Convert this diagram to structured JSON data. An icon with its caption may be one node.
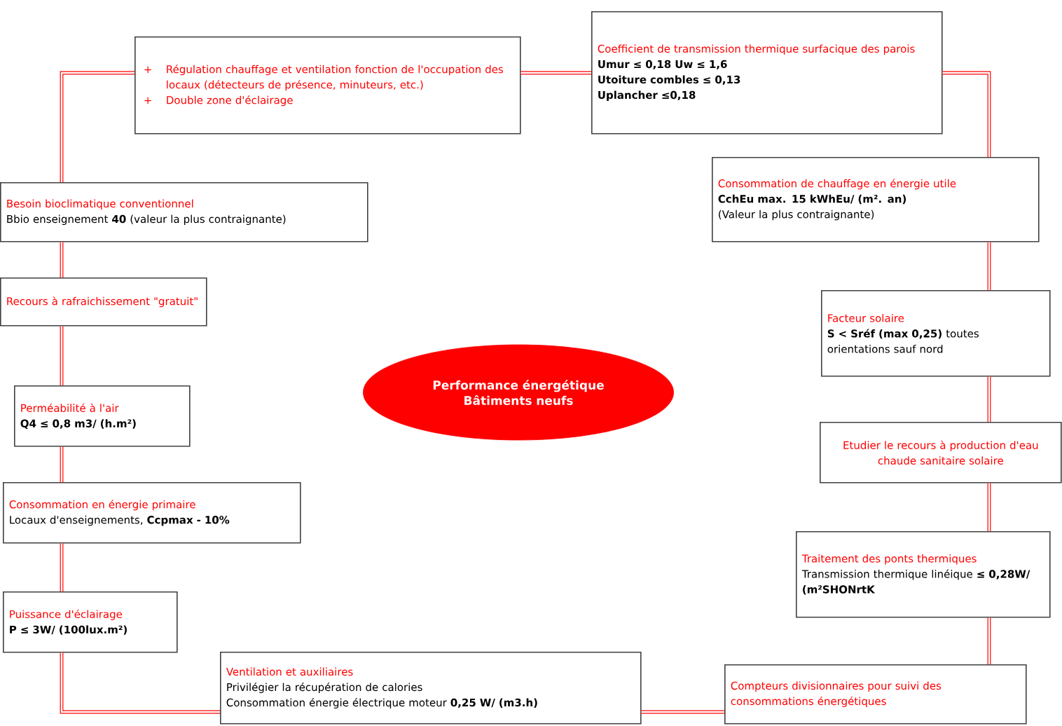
{
  "diagram": {
    "nodes": [
      {
        "text": [
          "Régulation chauffage et ventilation fonction de l'occupation des locaux (détecteurs de présence, minuteurs, etc.)",
          "Double zone d'éclairage"
        ]
      },
      {
        "text": [
          "Coefficient de transmission thermique surfacique des parois",
          "Umur ≤ 0,18   Uw ≤ 1,6",
          "Utoiture combles ≤ 0,13",
          "Uplancher ≤0,18"
        ]
      },
      {
        "text": [
          "Besoin bioclimatique conventionnel",
          "Bbio enseignement **40** (valeur la plus contraignante)"
        ]
      },
      {
        "text": [
          "Consommation de chauffage en énergie utile",
          "CchEu max. 15 kWhEu/ (m². an)",
          "(Valeur la plus contraignante)"
        ]
      },
      {
        "text": [
          "Recours à rafraichissement \"gratuit\""
        ]
      },
      {
        "text": [
          "Facteur solaire",
          "**S < Sréf (max 0,25)** toutes orientations sauf nord"
        ]
      },
      {
        "text": [
          "Performance énergétique Bâtiments neufs"
        ]
      },
      {
        "text": [
          "Perméabilité à l'air",
          "Q4 ≤ 0,8 m3/ (h.m²)"
        ]
      },
      {
        "text": [
          "Etudier le recours à production d'eau chaude sanitaire solaire"
        ]
      },
      {
        "text": [
          "Consommation en énergie primaire",
          "Locaux d'enseignements, **Ccpmax - 10%**"
        ]
      },
      {
        "text": [
          "Traitement des ponts thermiques",
          "Transmission thermique linéique **≤ 0,28W/ (m²SHONrtK**"
        ]
      },
      {
        "text": [
          "Puissance d'éclairage",
          "P ≤ 3W/ (100lux.m²)"
        ]
      },
      {
        "text": [
          "Ventilation et auxiliaires",
          "Privilégier la récupération de calories",
          "Consommation énergie électrique moteur **0,25 W/ (m3.h)**"
        ]
      },
      {
        "text": [
          "Compteurs divisionnaires pour suivi des consommations énergétiques"
        ]
      }
    ],
    "edges": [
      {
        "from": 0,
        "to": 1,
        "arrow": "none"
      },
      {
        "from": 1,
        "to": 3,
        "arrow": "none"
      },
      {
        "from": 3,
        "to": 5,
        "arrow": "none"
      },
      {
        "from": 5,
        "to": 8,
        "arrow": "none"
      },
      {
        "from": 8,
        "to": 10,
        "arrow": "none"
      },
      {
        "from": 10,
        "to": 13,
        "arrow": "none"
      },
      {
        "from": 13,
        "to": 12,
        "arrow": "none"
      },
      {
        "from": 12,
        "to": 11,
        "arrow": "none"
      },
      {
        "from": 11,
        "to": 9,
        "arrow": "none"
      },
      {
        "from": 9,
        "to": 7,
        "arrow": "none"
      },
      {
        "from": 7,
        "to": 4,
        "arrow": "none"
      },
      {
        "from": 4,
        "to": 2,
        "arrow": "none"
      },
      {
        "from": 2,
        "to": 0,
        "arrow": "none"
      }
    ],
    "labels": [
      "+",
      "+"
    ]
  }
}
